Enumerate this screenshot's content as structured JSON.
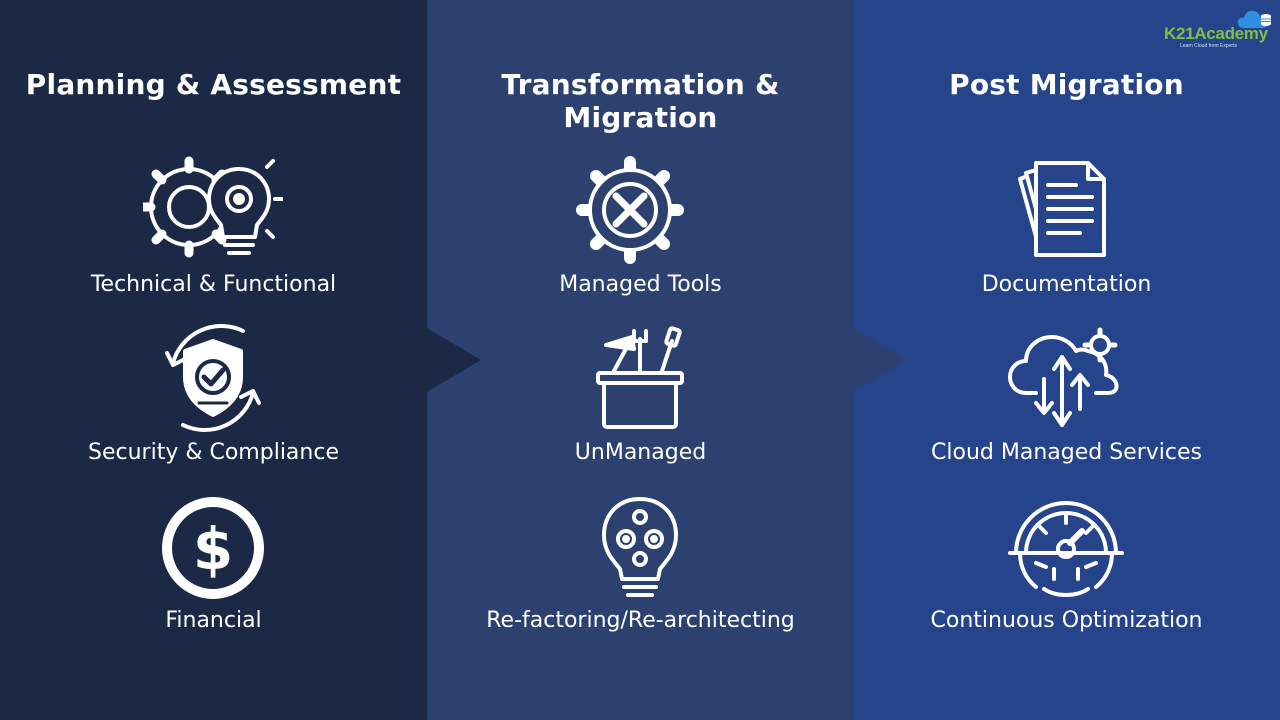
{
  "columns": [
    {
      "title": "Planning & Assessment",
      "items": [
        {
          "label": "Technical & Functional",
          "icon": "gear-lightbulb-icon"
        },
        {
          "label": "Security & Compliance",
          "icon": "shield-check-icon"
        },
        {
          "label": "Financial",
          "icon": "dollar-coin-icon"
        }
      ]
    },
    {
      "title": "Transformation & Migration",
      "items": [
        {
          "label": "Managed Tools",
          "icon": "gear-tools-icon"
        },
        {
          "label": "UnManaged",
          "icon": "toolbox-icon"
        },
        {
          "label": "Re-factoring/Re-architecting",
          "icon": "lightbulb-gears-icon"
        }
      ]
    },
    {
      "title": "Post Migration",
      "items": [
        {
          "label": "Documentation",
          "icon": "documents-icon"
        },
        {
          "label": "Cloud Managed Services",
          "icon": "cloud-arrows-icon"
        },
        {
          "label": "Continuous Optimization",
          "icon": "gauge-gear-icon"
        }
      ]
    }
  ],
  "logo": {
    "name": "K21Academy",
    "tagline": "Learn Cloud from Experts"
  },
  "colors": {
    "panel_1": "#1b2947",
    "panel_2": "#2d4170",
    "panel_3": "#26448b",
    "logo_green": "#7cc242",
    "logo_blue": "#2f8fe0"
  }
}
